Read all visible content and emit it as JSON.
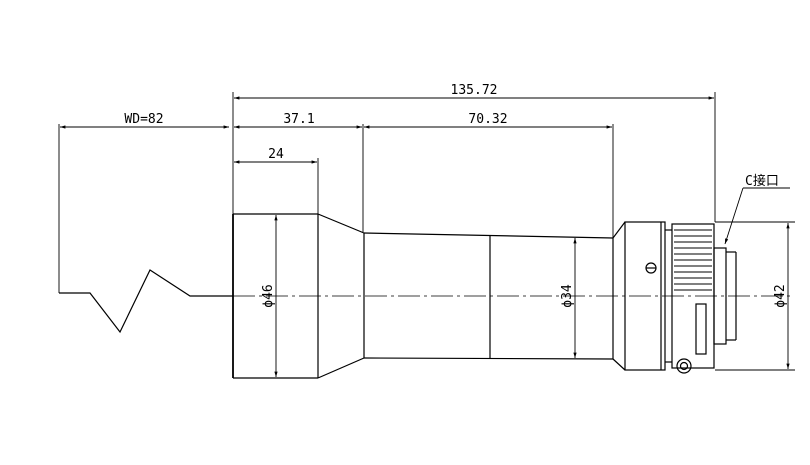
{
  "drawing": {
    "dimensions": {
      "total_length": "135.72",
      "working_distance": "WD=82",
      "front_section": "37.1",
      "rear_section": "70.32",
      "front_cap": "24"
    },
    "diameters": {
      "front": "ϕ46",
      "mid": "ϕ34",
      "mount": "ϕ42"
    },
    "callouts": {
      "mount_label": "C接口"
    }
  }
}
